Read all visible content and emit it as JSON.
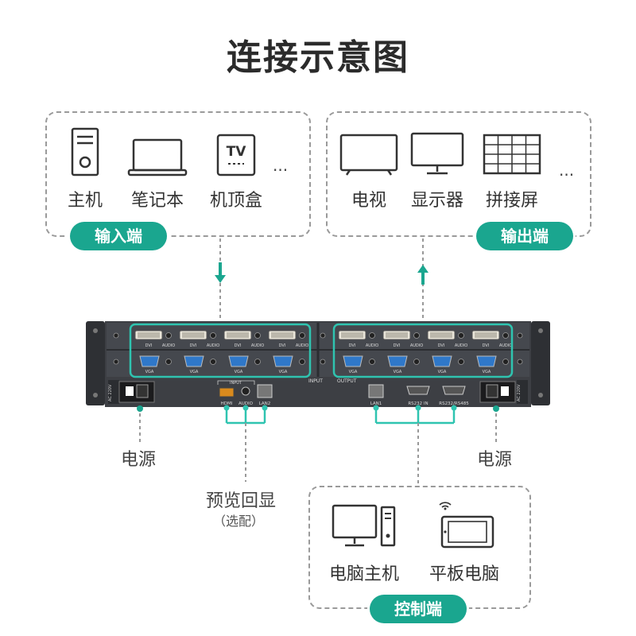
{
  "title": "连接示意图",
  "input": {
    "tag": "输入端",
    "devices": [
      {
        "label": "主机",
        "icon": "pc-tower-icon"
      },
      {
        "label": "笔记本",
        "icon": "laptop-icon"
      },
      {
        "label": "机顶盒",
        "icon": "set-top-box-icon",
        "icon_text": "TV"
      }
    ],
    "more": "..."
  },
  "output": {
    "tag": "输出端",
    "devices": [
      {
        "label": "电视",
        "icon": "tv-icon"
      },
      {
        "label": "显示器",
        "icon": "monitor-icon"
      },
      {
        "label": "拼接屏",
        "icon": "video-wall-icon"
      }
    ],
    "more": "..."
  },
  "device_panel": {
    "input_ports": [
      "DVI",
      "AUDIO",
      "DVI",
      "AUDIO",
      "DVI",
      "AUDIO",
      "DVI",
      "AUDIO"
    ],
    "output_ports": [
      "DVI",
      "AUDIO",
      "DVI",
      "AUDIO",
      "DVI",
      "AUDIO",
      "DVI",
      "AUDIO"
    ],
    "vga_label": "VGA",
    "audio_label": "AUDIO",
    "input_section": "INPUT",
    "output_section": "OUTPUT",
    "bottom_input_group": "INPUT",
    "bottom_ports_left": [
      "HDMI",
      "AUDIO",
      "LAN2"
    ],
    "bottom_ports_right": [
      "LAN1",
      "RS232 IN",
      "RS232/RS485"
    ],
    "power_label": "AC 220V"
  },
  "labels": {
    "power_left": "电源",
    "power_right": "电源",
    "preview": "预览回显",
    "preview_note": "（选配）"
  },
  "control": {
    "tag": "控制端",
    "devices": [
      {
        "label": "电脑主机",
        "icon": "desktop-computer-icon"
      },
      {
        "label": "平板电脑",
        "icon": "tablet-icon"
      }
    ]
  },
  "colors": {
    "accent": "#1aa68f",
    "port_highlight": "#2fc4b0",
    "chassis": "#3d3f44",
    "dashed_border": "#9a9a9a"
  }
}
